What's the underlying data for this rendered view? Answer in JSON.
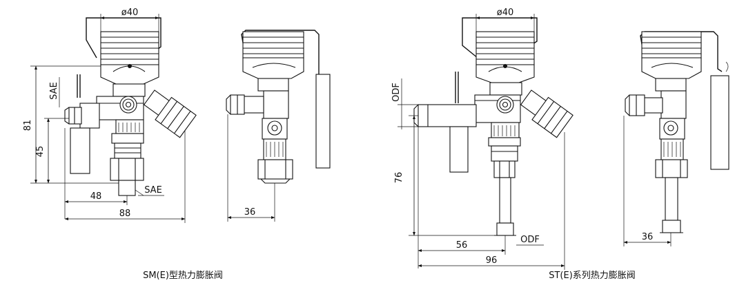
{
  "left_group": {
    "caption": "SM(E)型热力膨胀阀",
    "views": {
      "front": {
        "dims": {
          "bulb_diameter": "ø40",
          "height_overall": "81",
          "height_inlet": "45",
          "width_outlet": "48",
          "width_overall": "88"
        },
        "labels": {
          "inlet_fitting": "SAE",
          "outlet_fitting": "SAE"
        }
      },
      "side": {
        "dims": {
          "width": "36"
        }
      }
    }
  },
  "right_group": {
    "caption": "ST(E)系列热力膨胀阀",
    "views": {
      "front": {
        "dims": {
          "bulb_diameter": "ø40",
          "height_lower": "76",
          "width_outlet": "56",
          "width_overall": "96"
        },
        "labels": {
          "inlet_fitting": "ODF",
          "outlet_fitting": "ODF"
        }
      },
      "side": {
        "dims": {
          "width": "36"
        }
      }
    }
  }
}
